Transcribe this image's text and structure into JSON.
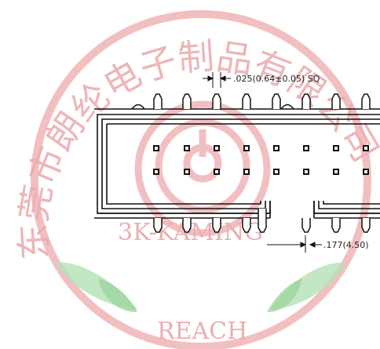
{
  "drawing": {
    "pin_size_label": ".025(0.64±0.05) SQ",
    "lead_length_label": ".177(4.50)"
  },
  "watermark": {
    "company_cn": "东莞市朗纶电子制品有限公司",
    "brand": "3K-KAMING",
    "cert": "REACH",
    "colors": {
      "red": "#e06a6e",
      "green": "#8ccf8c"
    }
  }
}
